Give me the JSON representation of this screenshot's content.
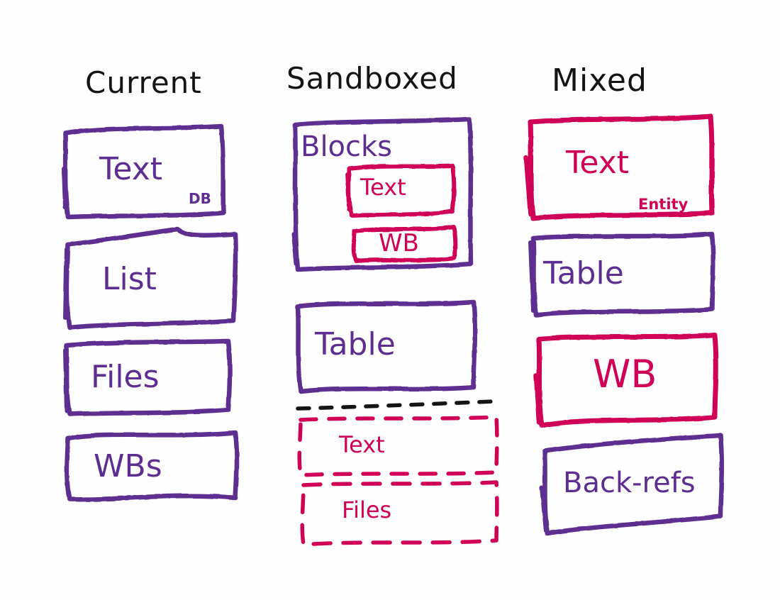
{
  "diagram": {
    "title_hint": "Hand-drawn whiteboard sketch comparing three document-model layouts",
    "background_color": "#fefefe",
    "ink_colors": {
      "purple": "#5e2d91",
      "crimson": "#cf0055",
      "black": "#141414"
    }
  },
  "columns": [
    {
      "id": "current",
      "title": "Current",
      "title_color": "#141414",
      "boxes": [
        {
          "label": "Text",
          "color": "#5e2d91",
          "style": "solid",
          "badge": "DB",
          "badge_color": "#5e2d91"
        },
        {
          "label": "List",
          "color": "#5e2d91",
          "style": "solid",
          "badge": null
        },
        {
          "label": "Files",
          "color": "#5e2d91",
          "style": "solid",
          "badge": null
        },
        {
          "label": "WBs",
          "color": "#5e2d91",
          "style": "solid",
          "badge": null
        }
      ]
    },
    {
      "id": "sandboxed",
      "title": "Sandboxed",
      "title_color": "#141414",
      "boxes": [
        {
          "label": "Blocks",
          "color": "#5e2d91",
          "style": "solid",
          "badge": null,
          "children": [
            {
              "label": "Text",
              "color": "#cf0055",
              "style": "solid"
            },
            {
              "label": "WB",
              "color": "#cf0055",
              "style": "solid"
            }
          ]
        },
        {
          "label": "Table",
          "color": "#5e2d91",
          "style": "solid",
          "badge": null
        },
        {
          "label": "Text",
          "color": "#cf0055",
          "style": "dashed",
          "badge": null
        },
        {
          "label": "Files",
          "color": "#cf0055",
          "style": "dashed",
          "badge": null
        }
      ],
      "separator": {
        "name": "dashed-divider",
        "color": "#141414",
        "style": "dashed"
      }
    },
    {
      "id": "mixed",
      "title": "Mixed",
      "title_color": "#141414",
      "boxes": [
        {
          "label": "Text",
          "color": "#cf0055",
          "style": "solid",
          "badge": "Entity",
          "badge_color": "#cf0055"
        },
        {
          "label": "Table",
          "color": "#5e2d91",
          "style": "solid",
          "badge": null
        },
        {
          "label": "WB",
          "color": "#cf0055",
          "style": "solid",
          "badge": null
        },
        {
          "label": "Back-refs",
          "color": "#5e2d91",
          "style": "solid",
          "badge": null
        }
      ]
    }
  ]
}
